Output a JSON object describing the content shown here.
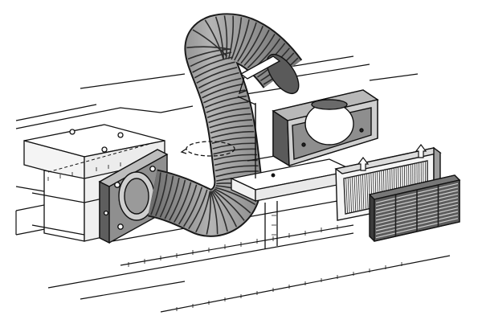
{
  "diagram": {
    "kind": "technical-installation-illustration",
    "colors": {
      "line": "#111111",
      "duct_fill": "#9a9a9a",
      "duct_rib": "#3a3a3a",
      "panel_fill": "#8c8c8c",
      "frame_fill": "#e8e8e8",
      "background": "#ffffff"
    },
    "components": [
      {
        "id": "ceiling-joists",
        "icon": "ceiling-structure"
      },
      {
        "id": "ceiling-box",
        "icon": "box-housing"
      },
      {
        "id": "wall-flange-adapter",
        "icon": "round-flange"
      },
      {
        "id": "flexible-duct",
        "icon": "flex-hose"
      },
      {
        "id": "hose-clamp-lower",
        "icon": "band-clamp"
      },
      {
        "id": "hose-clamp-upper",
        "icon": "band-clamp"
      },
      {
        "id": "cabinet-shelf",
        "icon": "shelf-board"
      },
      {
        "id": "rectangular-collar-adapter",
        "icon": "collar-adapter"
      },
      {
        "id": "grease-filter",
        "icon": "mesh-filter"
      },
      {
        "id": "louvered-grille",
        "icon": "louver-grille"
      }
    ],
    "arrows": [
      {
        "id": "filter-direction-arrow-left",
        "icon": "up-arrow"
      },
      {
        "id": "filter-direction-arrow-right",
        "icon": "up-arrow"
      }
    ]
  }
}
